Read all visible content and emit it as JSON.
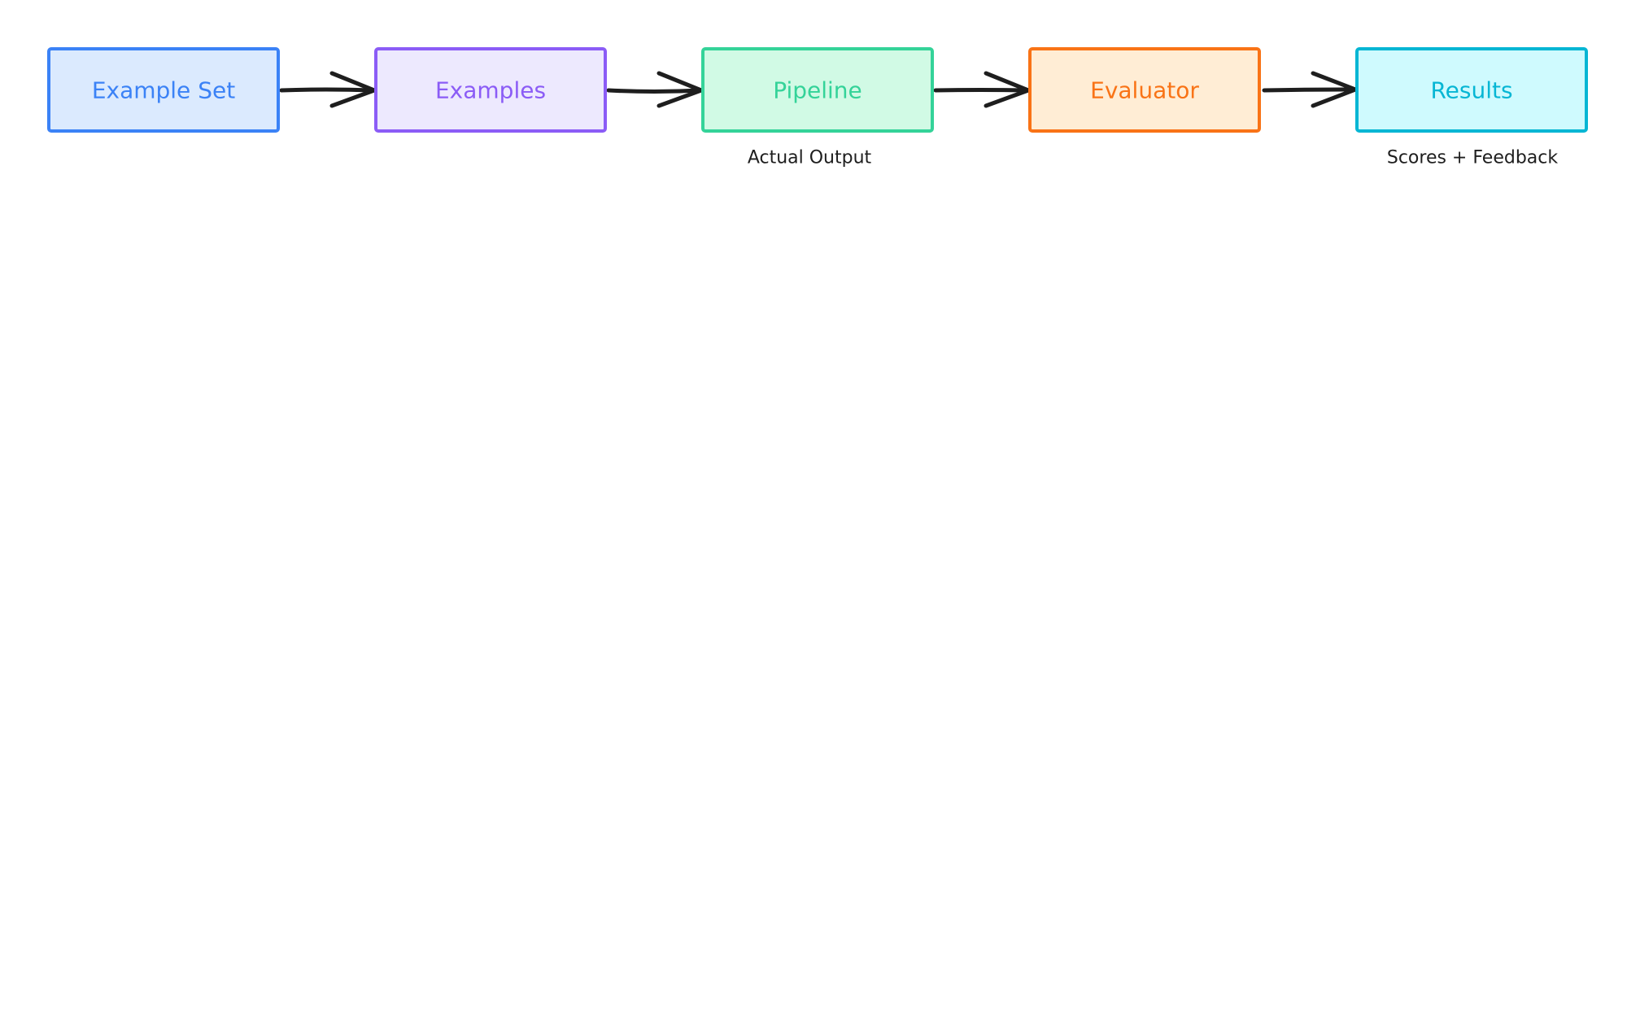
{
  "diagram": {
    "nodes": [
      {
        "id": "example-set",
        "label": "Example Set",
        "stroke": "#3b82f6",
        "fill": "#dbeafe",
        "text_color": "#3b82f6"
      },
      {
        "id": "examples",
        "label": "Examples",
        "stroke": "#8b5cf6",
        "fill": "#ede9fe",
        "text_color": "#8b5cf6"
      },
      {
        "id": "pipeline",
        "label": "Pipeline",
        "stroke": "#34d399",
        "fill": "#d1fae5",
        "text_color": "#34d399"
      },
      {
        "id": "evaluator",
        "label": "Evaluator",
        "stroke": "#f97316",
        "fill": "#ffedd5",
        "text_color": "#f97316"
      },
      {
        "id": "results",
        "label": "Results",
        "stroke": "#06b6d4",
        "fill": "#cffafe",
        "text_color": "#06b6d4"
      }
    ],
    "edges": [
      {
        "from": "example-set",
        "to": "examples"
      },
      {
        "from": "examples",
        "to": "pipeline"
      },
      {
        "from": "pipeline",
        "to": "evaluator"
      },
      {
        "from": "evaluator",
        "to": "results"
      }
    ],
    "annotations": {
      "pipeline": "Actual Output",
      "results": "Scores + Feedback"
    },
    "arrow_color": "#1e1e1e"
  }
}
